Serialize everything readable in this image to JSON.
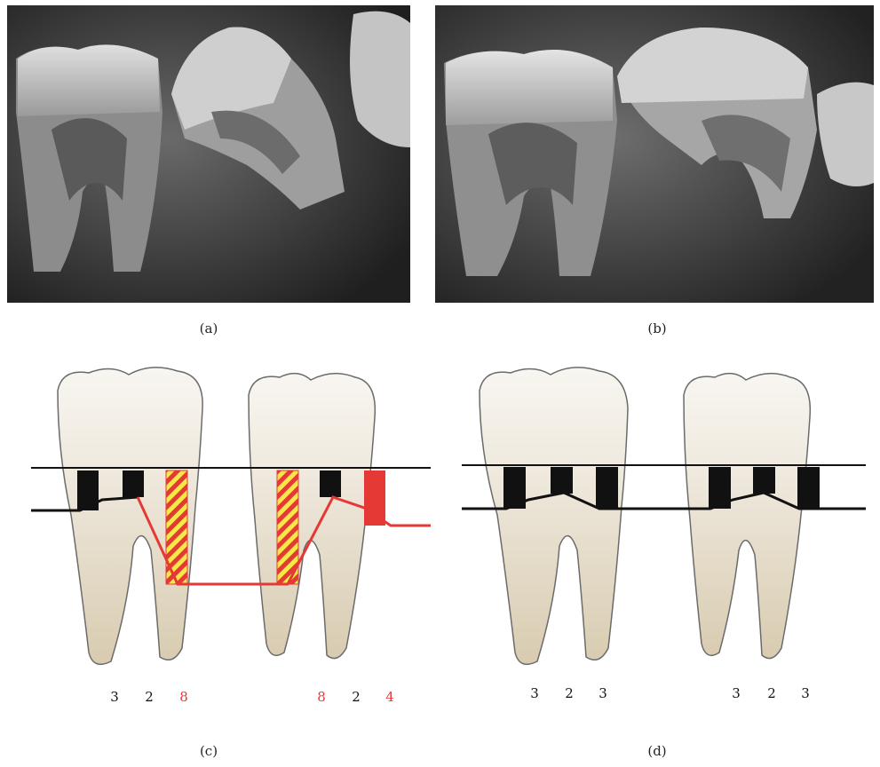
{
  "captions": {
    "a": "(a)",
    "b": "(b)",
    "c": "(c)",
    "d": "(d)"
  },
  "panel_c": {
    "tooth1_numbers": [
      "3",
      "2",
      "8"
    ],
    "tooth2_numbers": [
      "8",
      "2",
      "4"
    ]
  },
  "panel_d": {
    "tooth1_numbers": [
      "3",
      "2",
      "3"
    ],
    "tooth2_numbers": [
      "3",
      "2",
      "3"
    ]
  },
  "colors": {
    "number_black": "#111111",
    "number_red": "#e53935",
    "depth_red": "#e53935",
    "hatch_yellow": "#f5e94a",
    "tooth_fill": "#e8dcc4",
    "crown_fill": "#f4f1ea"
  }
}
